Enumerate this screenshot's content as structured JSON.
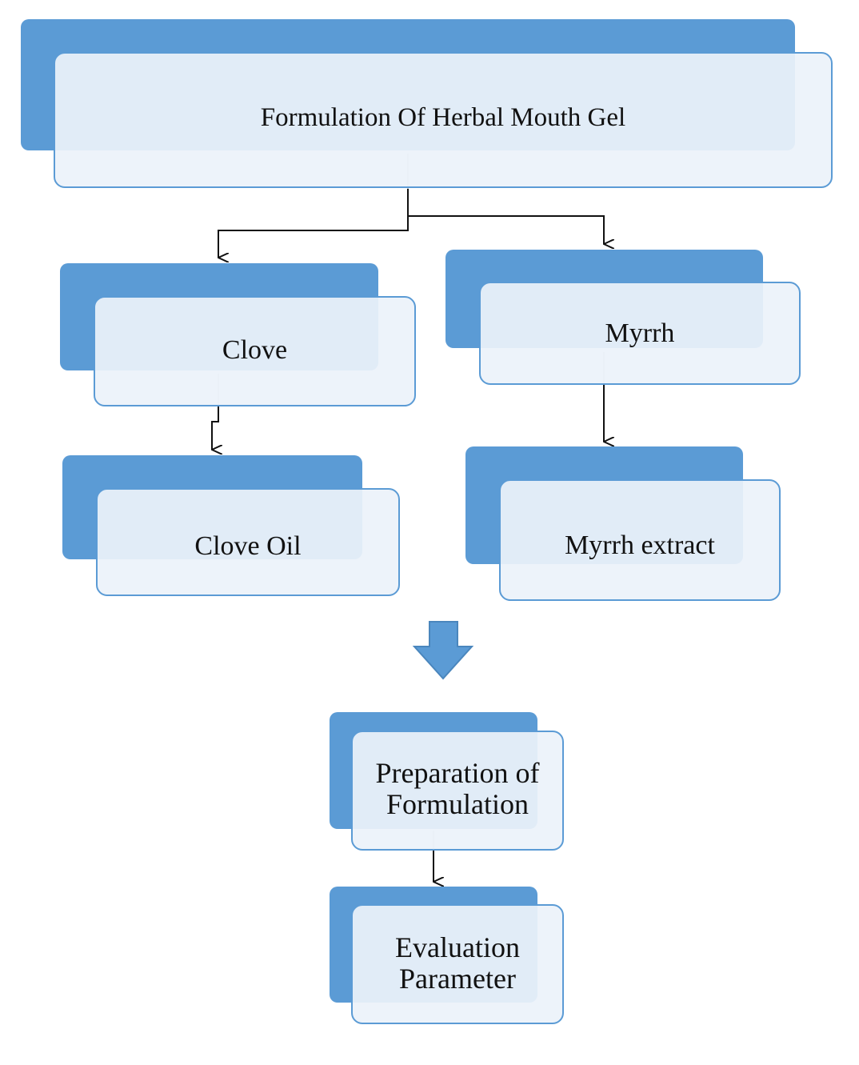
{
  "colors": {
    "box_fill": "#5b9bd5",
    "box_front": "#ecf2fa",
    "box_border": "#5b9bd5",
    "connector": "#111111",
    "big_arrow": "#5b9bd5"
  },
  "nodes": {
    "root": {
      "label": "Formulation Of Herbal Mouth Gel"
    },
    "clove": {
      "label": "Clove"
    },
    "myrrh": {
      "label": "Myrrh"
    },
    "clove_oil": {
      "label": "Clove  Oil"
    },
    "myrrh_extract": {
      "label": "Myrrh  extract"
    },
    "preparation": {
      "label": "Preparation of\nFormulation"
    },
    "evaluation": {
      "label": "Evaluation\nParameter"
    }
  },
  "edges": [
    {
      "from": "root",
      "to": "clove"
    },
    {
      "from": "root",
      "to": "myrrh"
    },
    {
      "from": "clove",
      "to": "clove_oil"
    },
    {
      "from": "myrrh",
      "to": "myrrh_extract"
    },
    {
      "from": "clove_oil",
      "to": "preparation",
      "style": "block-arrow"
    },
    {
      "from": "myrrh_extract",
      "to": "preparation",
      "style": "block-arrow"
    },
    {
      "from": "preparation",
      "to": "evaluation"
    }
  ]
}
